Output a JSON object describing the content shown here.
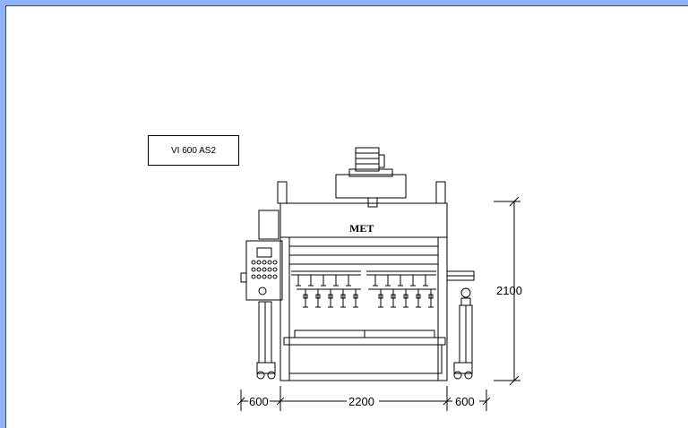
{
  "model_label": "VI 600 AS2",
  "machine": {
    "brand": "MET"
  },
  "dimensions": {
    "height": "2100",
    "left_width": "600",
    "center_width": "2200",
    "right_width": "600"
  }
}
